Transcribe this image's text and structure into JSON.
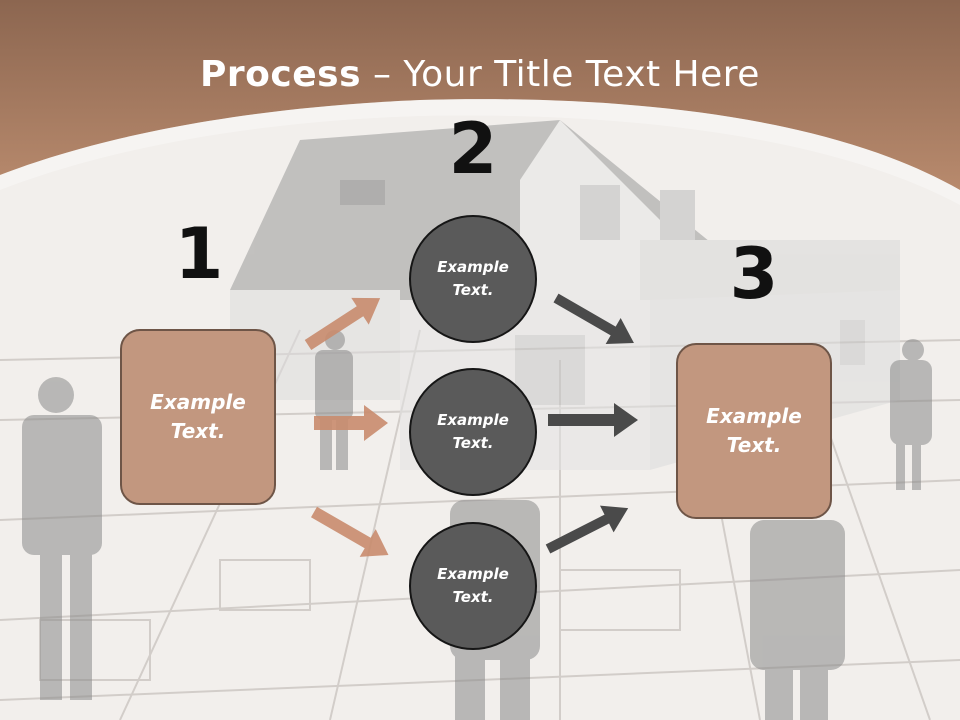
{
  "slide": {
    "title_bold": "Process",
    "title_rest": " – Your Title Text Here",
    "step_numbers": [
      "1",
      "2",
      "3"
    ],
    "left_box": {
      "line1": "Example",
      "line2": "Text."
    },
    "right_box": {
      "line1": "Example",
      "line2": "Text."
    },
    "circles": [
      {
        "line1": "Example",
        "line2": "Text."
      },
      {
        "line1": "Example",
        "line2": "Text."
      },
      {
        "line1": "Example",
        "line2": "Text."
      }
    ]
  },
  "colors": {
    "header_brown": "#a9775a",
    "box_fill": "#c2977f",
    "circle_fill": "#5a5a5a",
    "arrow_left": "#c98c6e",
    "arrow_right": "#4a4a4a"
  }
}
